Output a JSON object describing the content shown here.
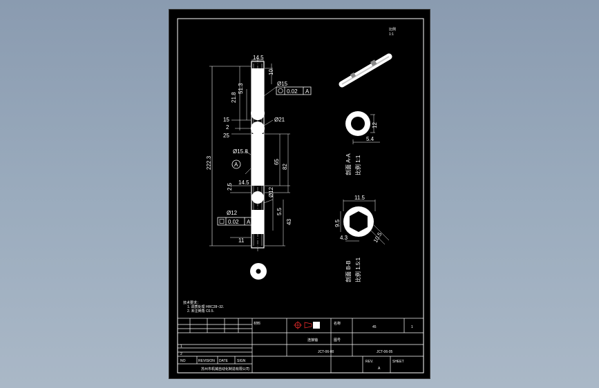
{
  "colors": {
    "background": "#000000",
    "line": "#ffffff",
    "accent_red": "#ff3030",
    "viewport": "#9aabbd"
  },
  "notes": {
    "corner": "比例",
    "corner2": "1:1"
  },
  "dims": {
    "d1": "14.5",
    "d2": "10",
    "d3": "Ø15",
    "d4": "0.02",
    "d5": "A",
    "d6": "51.3",
    "d7": "21.8",
    "d8": "15",
    "d9": "2",
    "d10": "25",
    "d11": "Ø21",
    "d12": "Ø15.8",
    "d13": "65",
    "d14": "82",
    "d15": "222.3",
    "d16": "A",
    "d17": "2.5",
    "d18": "14.5",
    "d19": "Ø12",
    "d20": "5.5",
    "d21": "43",
    "d22": "Ø12",
    "d23": "0.02",
    "d24": "A",
    "d25": "11"
  },
  "sections": {
    "aa_dim1": "12",
    "aa_dim2": "5.4",
    "aa_label1": "剖面 A-A",
    "aa_label2": "比例 1:1",
    "bb_dim1": "11.5",
    "bb_dim2": "9.5",
    "bb_dim3": "4.3",
    "bb_dim4": "10.5",
    "bb_label1": "剖面 B-B",
    "bb_label2": "比例 1.5:1"
  },
  "tech_notes": {
    "title": "技术要求：",
    "line1": "1. 调质处理 HRC28~32.",
    "line2": "2. 未注倒角 C0.5."
  },
  "title_block": {
    "mat_label": "材料",
    "mat_value": "45",
    "qty": "1",
    "name_label": "名称",
    "name_value": "连接轴",
    "dwg_label": "图号",
    "dwg_value": "JCT-06-00",
    "part_value": "JCT-06-05",
    "rev_label": "REV.",
    "rev_value": "A",
    "sheet_label": "SHEET",
    "company": "苏州市机械自动化制造有限公司",
    "rev_col": "REVISION",
    "date_col": "DATE",
    "sign_col": "SIGN",
    "no_col": "NO",
    "row1": "1",
    "row2": "2"
  }
}
